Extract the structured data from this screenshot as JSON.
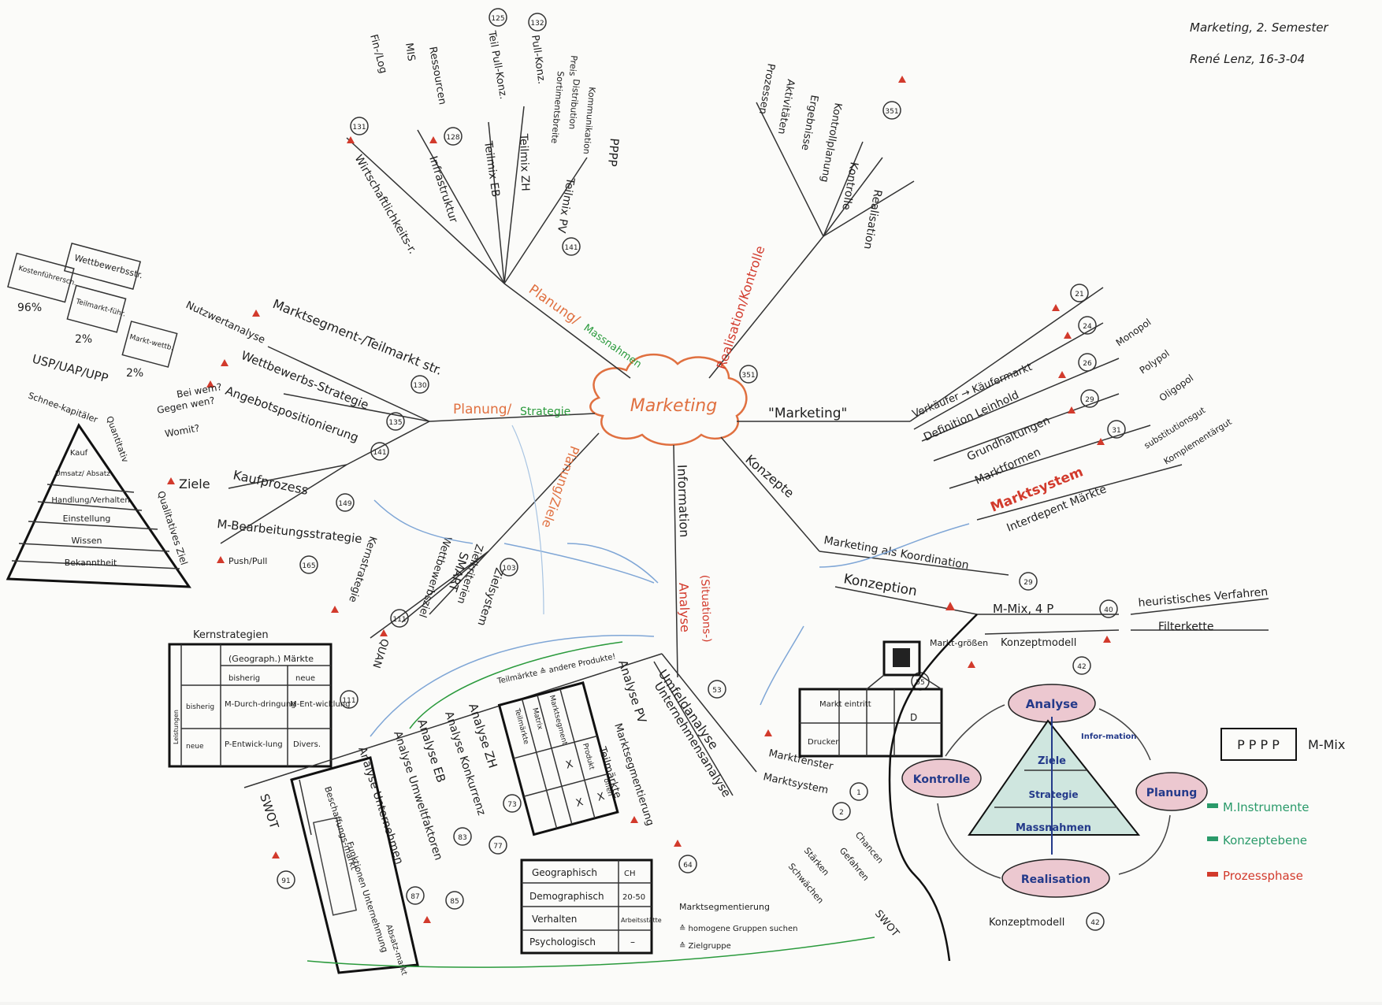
{
  "header": {
    "line1": "Marketing, 2. Semester",
    "line2": "René Lenz, 16-3-04"
  },
  "center": {
    "label": "Marketing"
  },
  "branches": {
    "planung_strategie": {
      "part1": "Planung/",
      "part2": "Strategie"
    },
    "planung_massnahmen": {
      "part1": "Planung/",
      "part2": "Massnahmen"
    },
    "realisation": {
      "label": "Realisation/Kontrolle",
      "ref": "351"
    },
    "marketing_q": {
      "label": "\"Marketing\""
    },
    "konzepte": {
      "label": "Konzepte"
    },
    "information": {
      "label": "Information"
    },
    "analyse": {
      "label": "Analyse",
      "sub": "(Situations-)"
    },
    "planung_ziele": {
      "label": "Planung/Ziele"
    }
  },
  "massnahmen_items": [
    {
      "label": "Wirtschaftlichkeits-r.",
      "ref": "131"
    },
    {
      "label": "Infrastruktur",
      "ref": "128"
    },
    {
      "label": "Teilmix EB"
    },
    {
      "label": "Teilmix ZH"
    },
    {
      "label": "Teilmix PV",
      "ref": "141"
    }
  ],
  "massnahmen_sub": {
    "wirtschaft": [
      "Fin-/Log",
      "MIS",
      "Ressourcen"
    ],
    "teilmix": [
      "Teil Pull-Konz.",
      "Pull-Konz.",
      "PPPP"
    ],
    "refs": [
      "125",
      "132"
    ],
    "pppp_sub": [
      "Kommunikation",
      "Distribution",
      "Sortimentsbreite",
      "Preis"
    ]
  },
  "realisation_items": [
    "Realisation",
    "Kontrolle",
    "Kontrollplanung",
    "Ergebnisse",
    "Aktivitäten",
    "Prozessen"
  ],
  "marketing_items": [
    {
      "label": "Verkäufer → Käufermarkt",
      "ref": "21"
    },
    {
      "label": "Definition Leinhold",
      "ref": "24"
    },
    {
      "label": "Grundhaltungen",
      "ref": "26"
    },
    {
      "label": "Marktformen",
      "ref": "29"
    },
    {
      "label": "Marktsystem",
      "ref": "31"
    },
    {
      "label": "Interdepent Märkte"
    }
  ],
  "marktformen_sub": [
    "Monopol",
    "Polypol",
    "Oligopol"
  ],
  "interdepent_sub": [
    "substitutionsgut",
    "Komplementärgut"
  ],
  "konzepte_items": {
    "koordination": "Marketing als Koordination",
    "konzeption": "Konzeption",
    "konzeption_ref": "29",
    "mix4p": "M-Mix, 4 P",
    "mix4p_ref": "40",
    "heuristisch": "heuristisches Verfahren",
    "filterkette": "Filterkette",
    "konzeptmodell": "Konzeptmodell",
    "konzeptmodell_ref": "42"
  },
  "strategie_items": [
    {
      "label": "Marktsegment-/Teilmarkt str.",
      "ref": "130"
    },
    {
      "label": "Wettbewerbs-Strategie",
      "ref": "135"
    },
    {
      "label": "Angebotspositionierung",
      "ref": "141"
    },
    {
      "label": "Kaufprozess",
      "ref": "149"
    },
    {
      "label": "M-Bearbeitungsstrategie",
      "ref": "165"
    }
  ],
  "strategie_sub": {
    "nutzwert": "Nutzwertanalyse",
    "fragen": [
      "Bei wem?",
      "Gegen wen?",
      "Womit?"
    ],
    "ziele": "Ziele",
    "pushpull": "Push/Pull"
  },
  "wettbewerb_boxes": {
    "main": "Wettbewerbsstr.",
    "b1": "Kostenführersch.",
    "b2": "Teilmarkt-führ.",
    "b3": "Markt-wettb.",
    "pct1": "96%",
    "pct2": "2%",
    "pct3": "2%"
  },
  "usp": {
    "label": "USP/UAP/UPP",
    "sub": "Schnee-kapitäler",
    "quant": "Quantitativ",
    "qual": "Qualitatives Ziel"
  },
  "pyramid_left": [
    "Kauf",
    "Umsatz/ Absatz",
    "Handlung/Verhalten",
    "Einstellung",
    "Wissen",
    "Bekanntheit"
  ],
  "ziele_items": [
    {
      "label": "Zielsystem",
      "ref": "103"
    },
    {
      "label": "Zielkriterien"
    },
    {
      "label": "SMART",
      "ref": "111"
    },
    {
      "label": "Wettbewerbsziel"
    },
    {
      "label": "Kernstrategie",
      "ref": "113"
    },
    {
      "label": "QUAN",
      "ref": "111"
    }
  ],
  "kernstrategien": {
    "title": "Kernstrategien",
    "col_header": "(Geograph.) Märkte",
    "cols": [
      "bisherig",
      "neue"
    ],
    "row_group": "Leistungen",
    "rows": [
      {
        "label": "bisherig",
        "cells": [
          "M-Durch-dringung",
          "M-Ent-wicklung"
        ]
      },
      {
        "label": "neue",
        "cells": [
          "P-Entwick-lung",
          "Divers."
        ]
      }
    ]
  },
  "analyse_items": [
    {
      "label": "Umfeldanalyse",
      "ref": "53"
    },
    {
      "label": "Unternehmensanalyse"
    },
    {
      "label": "Analyse PV"
    },
    {
      "label": "Analyse ZH",
      "ref": "73"
    },
    {
      "label": "Analyse Konkurrenz",
      "ref": "77"
    },
    {
      "label": "Analyse EB",
      "ref": "83"
    },
    {
      "label": "Analyse Umweltfaktoren",
      "ref": "85"
    },
    {
      "label": "Analyse Unternehmen",
      "ref": "87"
    },
    {
      "label": "SWOT",
      "ref": "91"
    }
  ],
  "analyse_sub": {
    "marktsegmentierung": "Marktsegmentierung",
    "teilmaerkte": "Teilmärkte",
    "teilmaerkte_note": "Teilmärkte ≙ andere Produkte!",
    "marktfenster": "Marktfenster",
    "marktfenster_ref": "1",
    "marktsystem": "Marktsystem",
    "marktsystem_ref": "2",
    "marktgroessen": "Markt-größen",
    "marktgroessen_ref": "55",
    "chancen": [
      "Chancen",
      "Gefahren"
    ],
    "staerken": [
      "Stärken",
      "Schwächen"
    ],
    "swot_right": "SWOT",
    "seg_ref": "64"
  },
  "teilmarkt_matrix": {
    "headers": [
      "Marktsegment",
      "Produkt",
      "offen"
    ],
    "rows": [
      "Matrix",
      "Teilmärkte"
    ],
    "marks": [
      "X",
      "X",
      "X"
    ]
  },
  "markt_grid": {
    "rows": [
      "Markt eintritt",
      "Drucker"
    ],
    "mark": "D"
  },
  "segmentierung_table": {
    "rows": [
      {
        "label": "Geographisch",
        "value": "CH"
      },
      {
        "label": "Demographisch",
        "value": "20-50"
      },
      {
        "label": "Verhalten",
        "value": "Arbeitsstätte"
      },
      {
        "label": "Psychologisch",
        "value": "–"
      }
    ],
    "notes": [
      "Marktsegmentierung",
      "≙ homogene Gruppen suchen",
      "≙ Zielgruppe"
    ]
  },
  "lifecycle": {
    "left": "Beschaffungs-markt",
    "mid": "Funktionen Unternehmung",
    "right": "Absatz-markt"
  },
  "process_cycle": {
    "analyse": "Analyse",
    "planung": "Planung",
    "realisation": "Realisation",
    "kontrolle": "Kontrolle",
    "informationen": "Infor-mation",
    "pyramid": [
      "Ziele",
      "Strategie",
      "Massnahmen"
    ],
    "caption": "Konzeptmodell",
    "caption_ref": "42"
  },
  "legend": {
    "pppp": "P P P P",
    "mmix": "M-Mix",
    "items": [
      {
        "label": "M.Instrumente",
        "color": "#2a9a6a"
      },
      {
        "label": "Konzeptebene",
        "color": "#2a9a6a"
      },
      {
        "label": "Prozessphase",
        "color": "#d23a2c"
      }
    ]
  },
  "colors": {
    "red": "#d23a2c",
    "green": "#2a9a3c",
    "orange": "#e07040",
    "blue": "#7fa6d6",
    "ink": "#1e1e1e"
  }
}
